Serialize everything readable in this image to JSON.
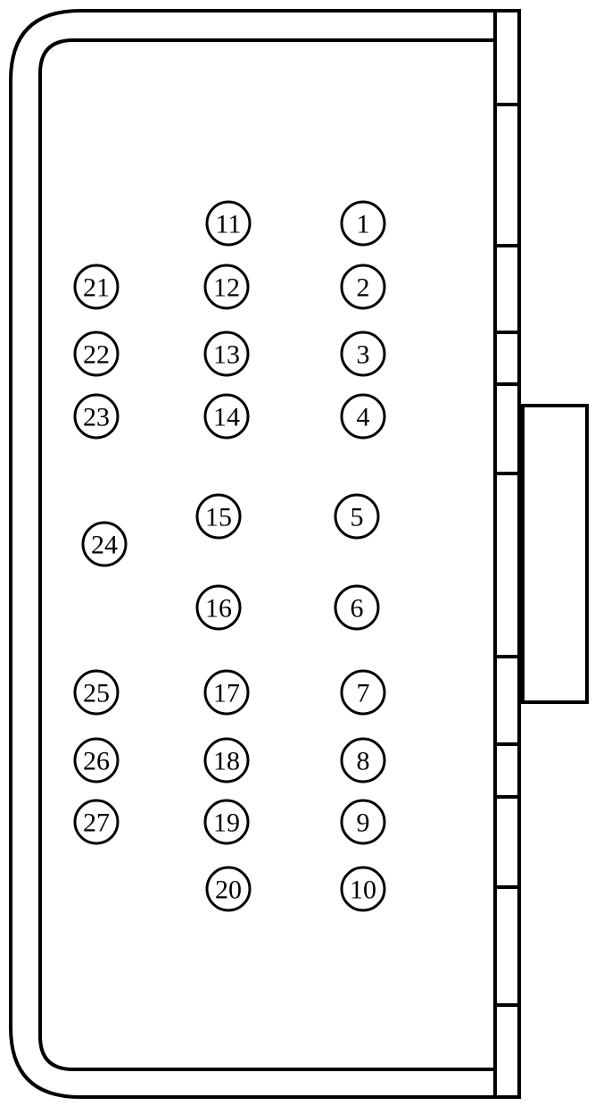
{
  "connector": {
    "pins": [
      {
        "label": "1"
      },
      {
        "label": "2"
      },
      {
        "label": "3"
      },
      {
        "label": "4"
      },
      {
        "label": "5"
      },
      {
        "label": "6"
      },
      {
        "label": "7"
      },
      {
        "label": "8"
      },
      {
        "label": "9"
      },
      {
        "label": "10"
      },
      {
        "label": "11"
      },
      {
        "label": "12"
      },
      {
        "label": "13"
      },
      {
        "label": "14"
      },
      {
        "label": "15"
      },
      {
        "label": "16"
      },
      {
        "label": "17"
      },
      {
        "label": "18"
      },
      {
        "label": "19"
      },
      {
        "label": "20"
      },
      {
        "label": "21"
      },
      {
        "label": "22"
      },
      {
        "label": "23"
      },
      {
        "label": "24"
      },
      {
        "label": "25"
      },
      {
        "label": "26"
      },
      {
        "label": "27"
      }
    ]
  },
  "colors": {
    "stroke": "#000000",
    "background": "#ffffff"
  }
}
